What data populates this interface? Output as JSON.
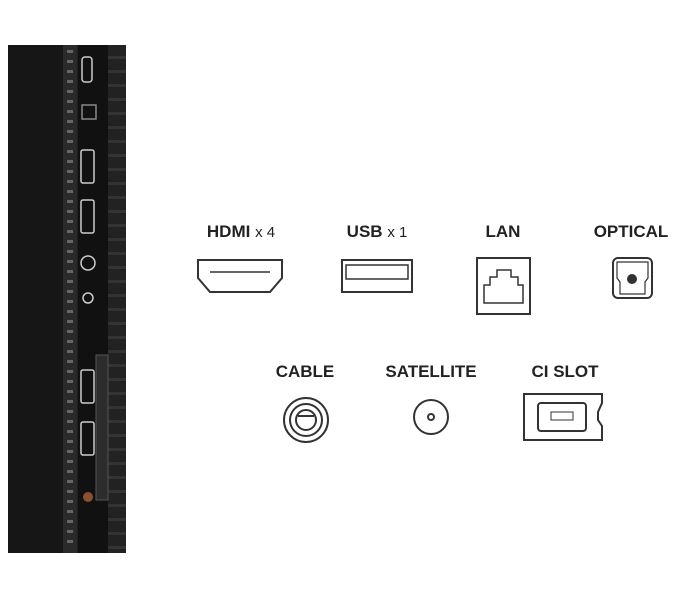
{
  "ports": [
    {
      "name": "HDMI",
      "qty": "x 4",
      "icon": "hdmi-icon"
    },
    {
      "name": "USB",
      "qty": "x 1",
      "icon": "usb-icon"
    },
    {
      "name": "LAN",
      "icon": "lan-icon"
    },
    {
      "name": "OPTICAL",
      "icon": "optical-icon"
    },
    {
      "name": "CABLE",
      "icon": "cable-icon"
    },
    {
      "name": "SATELLITE",
      "icon": "satellite-icon"
    },
    {
      "name": "CI SLOT",
      "icon": "ci-slot-icon"
    }
  ],
  "colors": {
    "icon_stroke": "#333333",
    "panel": "#1c1c1c",
    "text": "#222222"
  }
}
